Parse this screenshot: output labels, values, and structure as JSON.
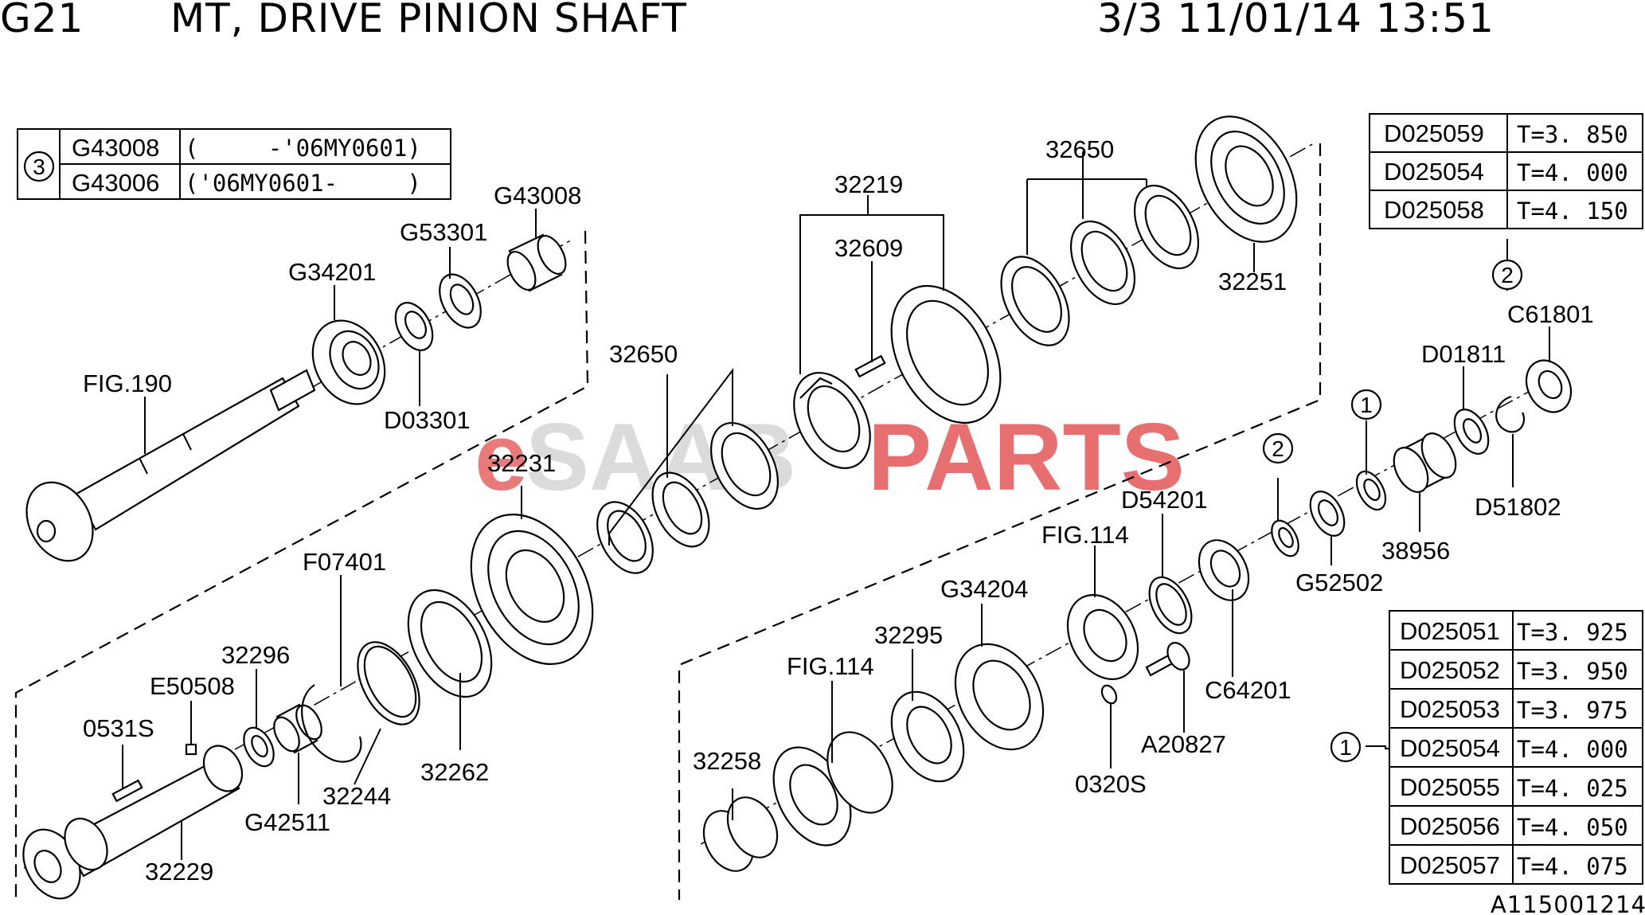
{
  "header": {
    "code": "G21",
    "title": "MT, DRIVE PINION SHAFT",
    "date": "3/3 11/01/14 13:51"
  },
  "table_3": {
    "key": "3",
    "rows": [
      {
        "part": "G43008",
        "range": "(     -'06MY0601)"
      },
      {
        "part": "G43006",
        "range": "('06MY0601-     )"
      }
    ]
  },
  "table_2": {
    "key": "2",
    "rows": [
      {
        "part": "D025059",
        "thickness": "T=3. 850"
      },
      {
        "part": "D025054",
        "thickness": "T=4. 000"
      },
      {
        "part": "D025058",
        "thickness": "T=4. 150"
      }
    ]
  },
  "table_1": {
    "key": "1",
    "rows": [
      {
        "part": "D025051",
        "thickness": "T=3. 925"
      },
      {
        "part": "D025052",
        "thickness": "T=3. 950"
      },
      {
        "part": "D025053",
        "thickness": "T=3. 975"
      },
      {
        "part": "D025054",
        "thickness": "T=4. 000"
      },
      {
        "part": "D025055",
        "thickness": "T=4. 025"
      },
      {
        "part": "D025056",
        "thickness": "T=4. 050"
      },
      {
        "part": "D025057",
        "thickness": "T=4. 075"
      }
    ]
  },
  "labels": {
    "fig190": "FIG.190",
    "g34201": "G34201",
    "g53301": "G53301",
    "g43008": "G43008",
    "d03301": "D03301",
    "p32219": "32219",
    "p32609": "32609",
    "p32650_top": "32650",
    "p32251": "32251",
    "p32650_mid": "32650",
    "p32231": "32231",
    "f07401": "F07401",
    "p32296": "32296",
    "e50508": "E50508",
    "s0531": "0531S",
    "p32244": "32244",
    "p32262": "32262",
    "g42511": "G42511",
    "p32229": "32229",
    "p32258": "32258",
    "fig114_left": "FIG.114",
    "p32295": "32295",
    "g34204": "G34204",
    "fig114_right": "FIG.114",
    "d54201": "D54201",
    "c64201": "C64201",
    "a20827": "A20827",
    "s0320": "0320S",
    "g52502": "G52502",
    "p38956": "38956",
    "d51802": "D51802",
    "d01811": "D01811",
    "c61801": "C61801",
    "mark2_a": "2",
    "mark1_a": "1",
    "mark1_b": "1",
    "mark2_b": "2"
  },
  "watermark": {
    "e": "e",
    "saab": "SAAB",
    "parts": "PARTS",
    "color_red": "#e14646"
  },
  "reference": "A115001214"
}
